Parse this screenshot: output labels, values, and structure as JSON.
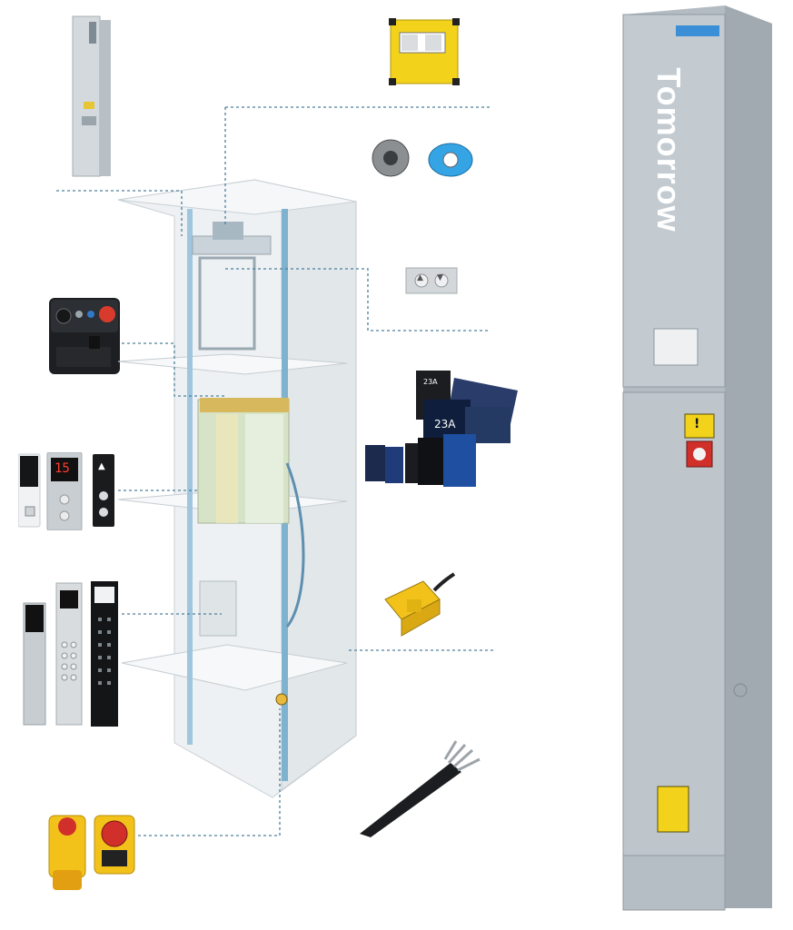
{
  "cabinet": {
    "brand": "Tomorrow",
    "badge_text": "",
    "label_text": "",
    "warning_symbol": "!"
  },
  "displays": {
    "floor_large": "23A",
    "floor_small": "23A",
    "panel_digits": "15"
  },
  "icons": {
    "arrow_up": "▲",
    "arrow_down": "▼"
  },
  "colors": {
    "cabinet": "#b3bcc3",
    "safety_yellow": "#f2d21b",
    "leader_line": "#4d7f9a",
    "shaft": "#e8ecef",
    "rail_blue": "#7fb2cf"
  }
}
